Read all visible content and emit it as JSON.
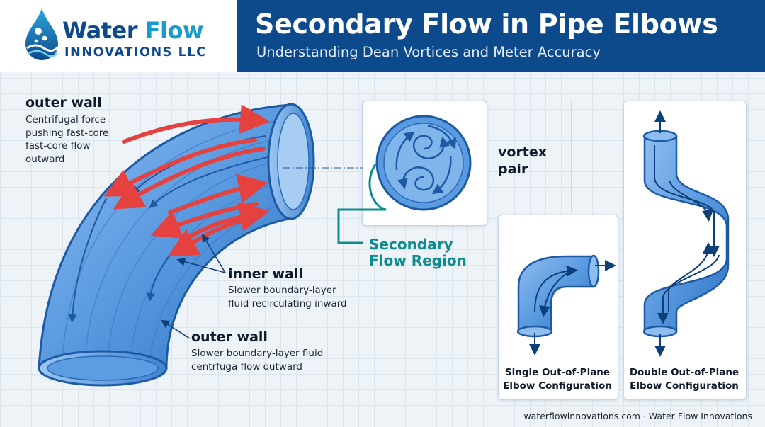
{
  "logo": {
    "name_part1": "Water ",
    "name_part2": "Flow",
    "subtitle": "INNOVATIONS LLC"
  },
  "header": {
    "title": "Secondary Flow in Pipe Elbows",
    "subtitle": "Understanding Dean Vortices and Meter Accuracy"
  },
  "labels": {
    "outer_wall_top": {
      "heading": "outer wall",
      "lines": [
        "Centrifugal force",
        "pushing fast-core",
        "fast-core flow",
        "outward"
      ]
    },
    "inner_wall": {
      "heading": "inner wall",
      "lines": [
        "Slower boundary-layer",
        "fluid recirculating inward"
      ]
    },
    "outer_wall_bottom": {
      "heading": "outer wall",
      "lines": [
        "Slower boundary-layer fluid",
        "centrfuga flow outward"
      ]
    },
    "vortex_pair": [
      "vortex",
      "pair"
    ],
    "secondary_region": [
      "Secondary",
      "Flow Region"
    ]
  },
  "configs": {
    "single": [
      "Single Out-of-Plane",
      "Elbow Configuration"
    ],
    "double": [
      "Double Out-of-Plane",
      "Elbow Configuration"
    ]
  },
  "footer": "waterflowinnovations.com · Water Flow Innovations",
  "colors": {
    "brand_navy": "#0d4a8b",
    "brand_cyan": "#1a9bcf",
    "pipe_blue": "#4d8fd8",
    "flow_arrow_red": "#e5413f",
    "region_teal": "#0d8c8f"
  }
}
